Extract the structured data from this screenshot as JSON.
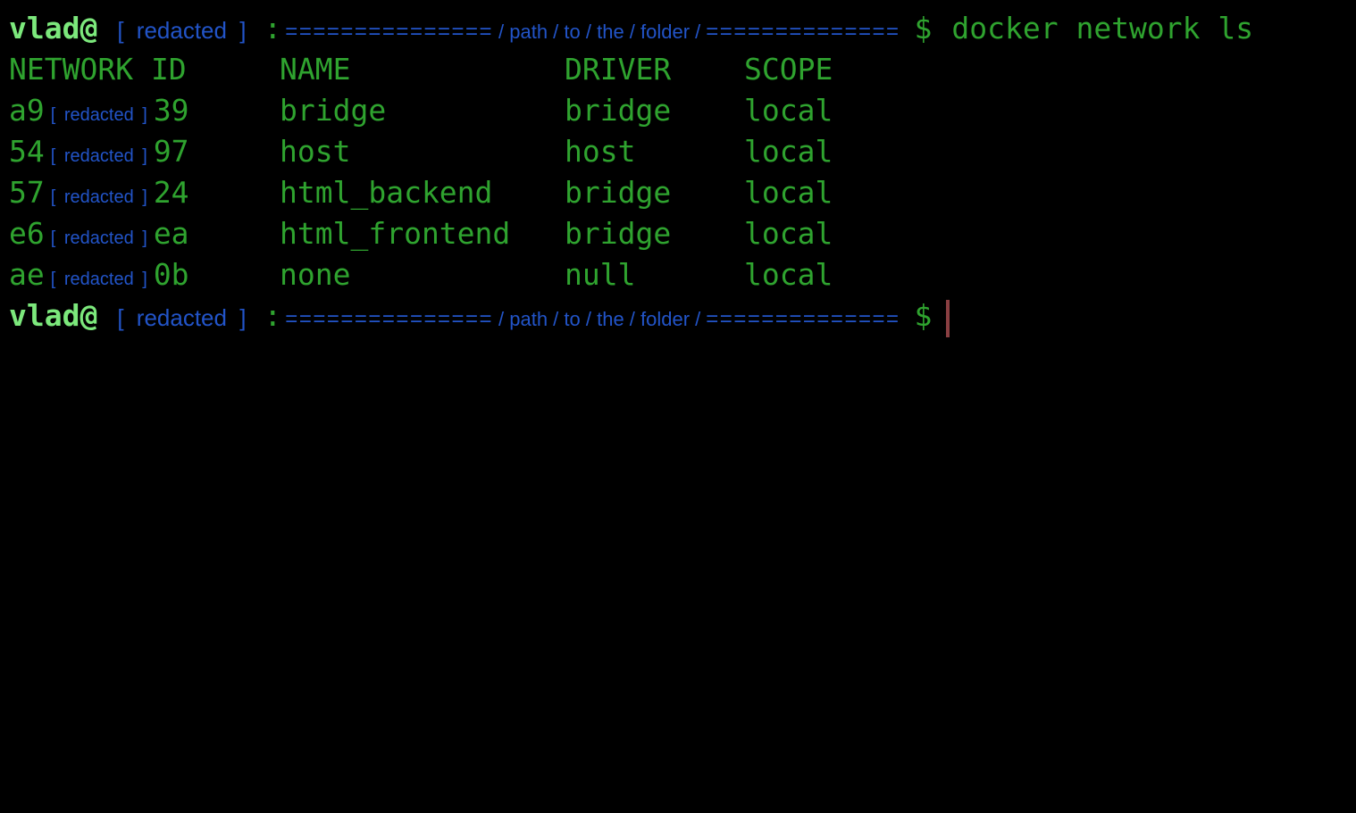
{
  "colors": {
    "background": "#000000",
    "user_green": "#7ce87c",
    "text_green": "#2fa32f",
    "redaction_blue": "#2254c8",
    "cursor_red": "#8a3f42"
  },
  "prompt": {
    "user": "vlad@",
    "redacted": "[ redacted ]",
    "colon": ":",
    "equals_left": "===============",
    "path": "/ path / to / the / folder /",
    "equals_right": "==============",
    "dollar": "$"
  },
  "command": "docker network ls",
  "table": {
    "headers": {
      "network_id": "NETWORK ID",
      "name": "NAME",
      "driver": "DRIVER",
      "scope": "SCOPE"
    },
    "rows": [
      {
        "id_prefix": "a9",
        "redacted": "[ redacted ]",
        "id_suffix": "39",
        "name": "bridge",
        "driver": "bridge",
        "scope": "local"
      },
      {
        "id_prefix": "54",
        "redacted": "[ redacted ]",
        "id_suffix": "97",
        "name": "host",
        "driver": "host",
        "scope": "local"
      },
      {
        "id_prefix": "57",
        "redacted": "[ redacted ]",
        "id_suffix": "24",
        "name": "html_backend",
        "driver": "bridge",
        "scope": "local"
      },
      {
        "id_prefix": "e6",
        "redacted": "[ redacted ]",
        "id_suffix": "ea",
        "name": "html_frontend",
        "driver": "bridge",
        "scope": "local"
      },
      {
        "id_prefix": "ae",
        "redacted": "[ redacted ]",
        "id_suffix": "0b",
        "name": "none",
        "driver": "null",
        "scope": "local"
      }
    ]
  }
}
